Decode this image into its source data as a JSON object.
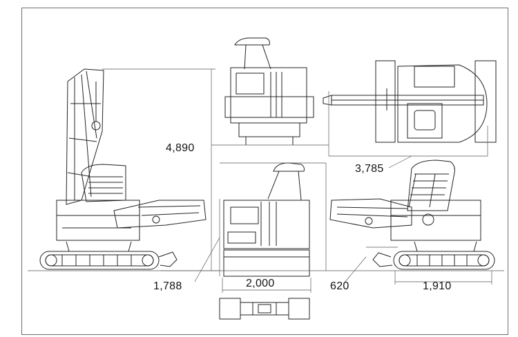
{
  "dimensions": {
    "overall_height": "4,890",
    "tail_swing_width": "3,785",
    "front_track_gauge": "1,788",
    "undercarriage_width": "2,000",
    "blade_offset": "620",
    "rear_length": "1,910"
  }
}
